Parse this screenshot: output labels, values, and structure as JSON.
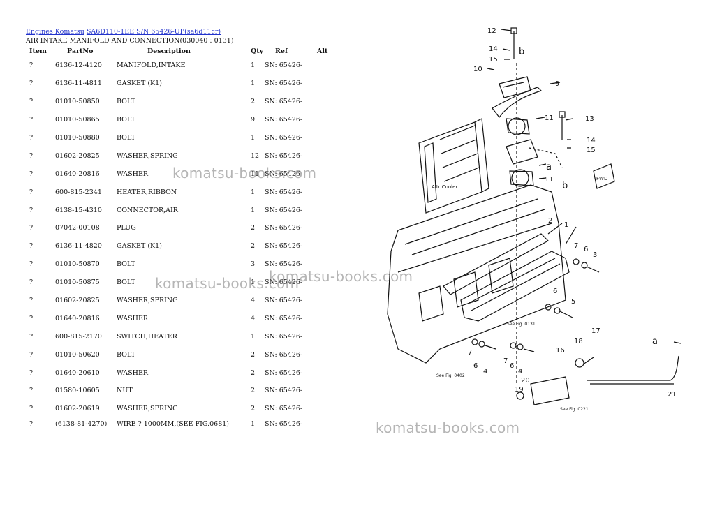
{
  "breadcrumb": {
    "link1": "Engines Komatsu",
    "link2": "SA6D110-1EE S/N 65426-UP(sa6d11cr)"
  },
  "subtitle": "AIR INTAKE MANIFOLD AND CONNECTION(030040 : 0131)",
  "table": {
    "headers": {
      "item": "Item",
      "partno": "PartNo",
      "description": "Description",
      "qty": "Qty",
      "ref": "Ref",
      "alt": "Alt"
    },
    "rows": [
      {
        "item": "?",
        "partno": "6136-12-4120",
        "description": "MANIFOLD,INTAKE",
        "qty": "1",
        "ref": "SN: 65426-",
        "alt": ""
      },
      {
        "item": "?",
        "partno": "6136-11-4811",
        "description": "GASKET (K1)",
        "qty": "1",
        "ref": "SN: 65426-",
        "alt": ""
      },
      {
        "item": "?",
        "partno": "01010-50850",
        "description": "BOLT",
        "qty": "2",
        "ref": "SN: 65426-",
        "alt": ""
      },
      {
        "item": "?",
        "partno": "01010-50865",
        "description": "BOLT",
        "qty": "9",
        "ref": "SN: 65426-",
        "alt": ""
      },
      {
        "item": "?",
        "partno": "01010-50880",
        "description": "BOLT",
        "qty": "1",
        "ref": "SN: 65426-",
        "alt": ""
      },
      {
        "item": "?",
        "partno": "01602-20825",
        "description": "WASHER,SPRING",
        "qty": "12",
        "ref": "SN: 65426-",
        "alt": ""
      },
      {
        "item": "?",
        "partno": "01640-20816",
        "description": "WASHER",
        "qty": "11",
        "ref": "SN: 65426-",
        "alt": ""
      },
      {
        "item": "?",
        "partno": "600-815-2341",
        "description": "HEATER,RIBBON",
        "qty": "1",
        "ref": "SN: 65426-",
        "alt": ""
      },
      {
        "item": "?",
        "partno": "6138-15-4310",
        "description": "CONNECTOR,AIR",
        "qty": "1",
        "ref": "SN: 65426-",
        "alt": ""
      },
      {
        "item": "?",
        "partno": "07042-00108",
        "description": "PLUG",
        "qty": "2",
        "ref": "SN: 65426-",
        "alt": ""
      },
      {
        "item": "?",
        "partno": "6136-11-4820",
        "description": "GASKET (K1)",
        "qty": "2",
        "ref": "SN: 65426-",
        "alt": ""
      },
      {
        "item": "?",
        "partno": "01010-50870",
        "description": "BOLT",
        "qty": "3",
        "ref": "SN: 65426-",
        "alt": ""
      },
      {
        "item": "?",
        "partno": "01010-50875",
        "description": "BOLT",
        "qty": "1",
        "ref": "SN: 65426-",
        "alt": ""
      },
      {
        "item": "?",
        "partno": "01602-20825",
        "description": "WASHER,SPRING",
        "qty": "4",
        "ref": "SN: 65426-",
        "alt": ""
      },
      {
        "item": "?",
        "partno": "01640-20816",
        "description": "WASHER",
        "qty": "4",
        "ref": "SN: 65426-",
        "alt": ""
      },
      {
        "item": "?",
        "partno": "600-815-2170",
        "description": "SWITCH,HEATER",
        "qty": "1",
        "ref": "SN: 65426-",
        "alt": ""
      },
      {
        "item": "?",
        "partno": "01010-50620",
        "description": "BOLT",
        "qty": "2",
        "ref": "SN: 65426-",
        "alt": ""
      },
      {
        "item": "?",
        "partno": "01640-20610",
        "description": "WASHER",
        "qty": "2",
        "ref": "SN: 65426-",
        "alt": ""
      },
      {
        "item": "?",
        "partno": "01580-10605",
        "description": "NUT",
        "qty": "2",
        "ref": "SN: 65426-",
        "alt": ""
      },
      {
        "item": "?",
        "partno": "01602-20619",
        "description": "WASHER,SPRING",
        "qty": "2",
        "ref": "SN: 65426-",
        "alt": ""
      },
      {
        "item": "?",
        "partno": "(6138-81-4270)",
        "description": "WIRE ? 1000MM,(SEE FIG.0681)",
        "qty": "1",
        "ref": "SN: 65426-",
        "alt": ""
      }
    ]
  },
  "watermarks": [
    "komatsu-books.com",
    "komatsu-books.com",
    "komatsu-books.com",
    "komatsu-books.com"
  ],
  "diagram": {
    "callouts": [
      "12",
      "14",
      "15",
      "b",
      "10",
      "9",
      "11",
      "13",
      "14",
      "15",
      "a",
      "11",
      "b",
      "2",
      "1",
      "7",
      "6",
      "3",
      "6",
      "5",
      "17",
      "18",
      "a",
      "16",
      "21",
      "20",
      "19",
      "7",
      "6",
      "4",
      "7",
      "6",
      "4"
    ],
    "labels": {
      "aftercooler": "Aftr Cooler",
      "fwd": "FWD",
      "ref_0131": "See Fig. 0131",
      "ref_0402": "See Fig. 0402",
      "ref_0221": "See Fig. 0221"
    }
  }
}
